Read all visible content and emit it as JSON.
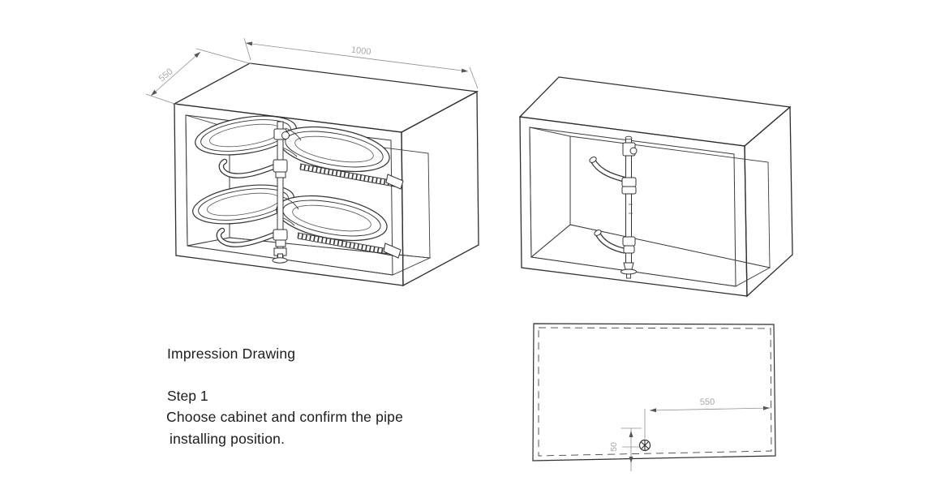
{
  "caption": {
    "title": "Impression Drawing"
  },
  "step": {
    "title": "Step 1",
    "line1": "Choose cabinet and confirm the pipe",
    "line2": "installing position."
  },
  "drawings": {
    "left_cabinet": {
      "width_dim": "1000",
      "depth_dim": "550"
    },
    "plan_view": {
      "offset_from_right_dim": "550",
      "offset_from_bottom_dim": "50"
    }
  },
  "colors": {
    "background": "#ffffff",
    "line": "#2e2e2e",
    "dim_line": "#8f8f8f",
    "dim_label": "#a8a8a8",
    "body_text": "#1c1c1c",
    "shade_top": "#d6d6d6",
    "shade_side": "#e6e6e6"
  }
}
